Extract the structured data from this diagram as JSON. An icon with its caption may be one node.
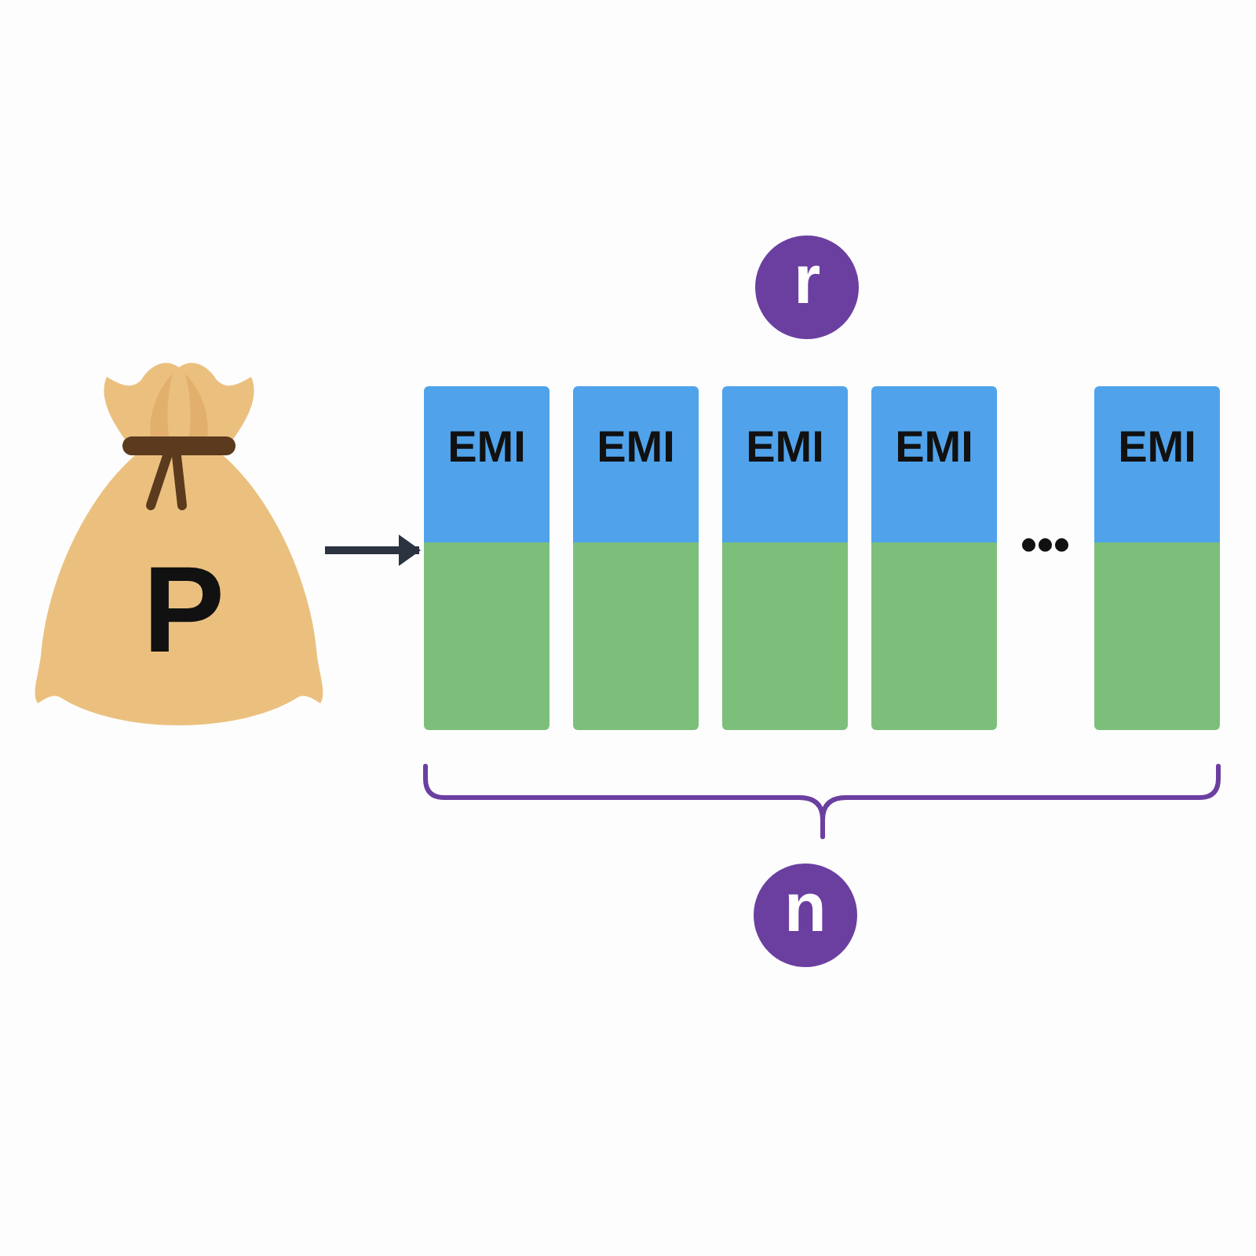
{
  "diagram": {
    "nodes": [
      {
        "text": [
          "r"
        ]
      },
      {
        "text": [
          "P"
        ]
      },
      {
        "text": [
          "EMI"
        ]
      },
      {
        "text": [
          "EMI"
        ]
      },
      {
        "text": [
          "EMI"
        ]
      },
      {
        "text": [
          "EMI"
        ]
      },
      {
        "text": [
          "EMI"
        ]
      },
      {
        "text": [
          "n"
        ]
      }
    ],
    "edges": [
      {
        "from": 1,
        "to": 2,
        "arrow": "to"
      }
    ],
    "labels": [
      "•••"
    ]
  }
}
